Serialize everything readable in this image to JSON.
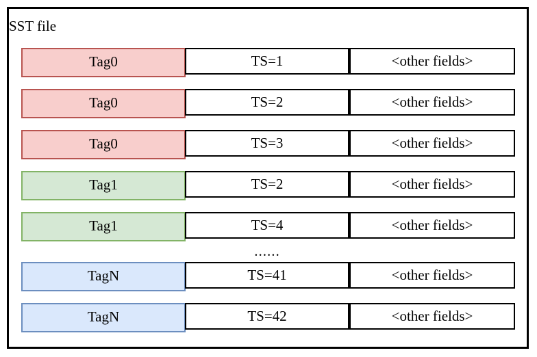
{
  "diagram": {
    "title": "SST file",
    "ellipsis": "......",
    "rows": [
      {
        "tag": "Tag0",
        "ts": "TS=1",
        "other": "<other fields>",
        "color": "red"
      },
      {
        "tag": "Tag0",
        "ts": "TS=2",
        "other": "<other fields>",
        "color": "red"
      },
      {
        "tag": "Tag0",
        "ts": "TS=3",
        "other": "<other fields>",
        "color": "red"
      },
      {
        "tag": "Tag1",
        "ts": "TS=2",
        "other": "<other fields>",
        "color": "green"
      },
      {
        "tag": "Tag1",
        "ts": "TS=4",
        "other": "<other fields>",
        "color": "green"
      },
      {
        "tag": "TagN",
        "ts": "TS=41",
        "other": "<other fields>",
        "color": "blue"
      },
      {
        "tag": "TagN",
        "ts": "TS=42",
        "other": "<other fields>",
        "color": "blue"
      }
    ]
  },
  "palette": {
    "red_fill": "#f8cecc",
    "red_stroke": "#b85450",
    "green_fill": "#d5e8d4",
    "green_stroke": "#82b366",
    "blue_fill": "#dae8fc",
    "blue_stroke": "#6c8ebf",
    "box_stroke": "#000000",
    "box_fill": "#ffffff",
    "text_color": "#000000"
  }
}
